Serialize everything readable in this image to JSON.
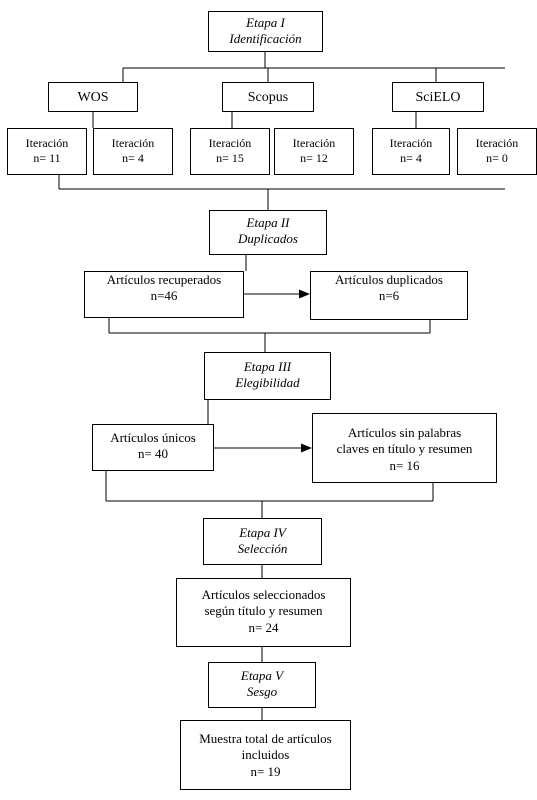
{
  "stage1": {
    "line1": "Etapa I",
    "line2": "Identificación"
  },
  "databases": [
    {
      "name": "WOS",
      "iterations": [
        {
          "label": "Iteración",
          "count": "n= 11"
        },
        {
          "label": "Iteración",
          "count": "n= 4"
        }
      ]
    },
    {
      "name": "Scopus",
      "iterations": [
        {
          "label": "Iteración",
          "count": "n= 15"
        },
        {
          "label": "Iteración",
          "count": "n= 12"
        }
      ]
    },
    {
      "name": "SciELO",
      "iterations": [
        {
          "label": "Iteración",
          "count": "n= 4"
        },
        {
          "label": "Iteración",
          "count": "n= 0"
        }
      ]
    }
  ],
  "stage2": {
    "line1": "Etapa II",
    "line2": "Duplicados"
  },
  "recovered": {
    "line1": "Artículos recuperados",
    "line2": "n=46"
  },
  "duplicates": {
    "line1": "Artículos duplicados",
    "line2": "n=6"
  },
  "stage3": {
    "line1": "Etapa III",
    "line2": "Elegibilidad"
  },
  "unique": {
    "line1": "Artículos únicos",
    "line2": "n= 40"
  },
  "no_keywords": {
    "line1": "Artículos sin palabras",
    "line2": "claves en título y resumen",
    "line3": "n= 16"
  },
  "stage4": {
    "line1": "Etapa IV",
    "line2": "Selección"
  },
  "selected": {
    "line1": "Artículos seleccionados",
    "line2": "según título y resumen",
    "line3": "n= 24"
  },
  "stage5": {
    "line1": "Etapa V",
    "line2": "Sesgo"
  },
  "final": {
    "line1": "Muestra total de artículos",
    "line2": "incluidos",
    "line3": "n= 19"
  }
}
